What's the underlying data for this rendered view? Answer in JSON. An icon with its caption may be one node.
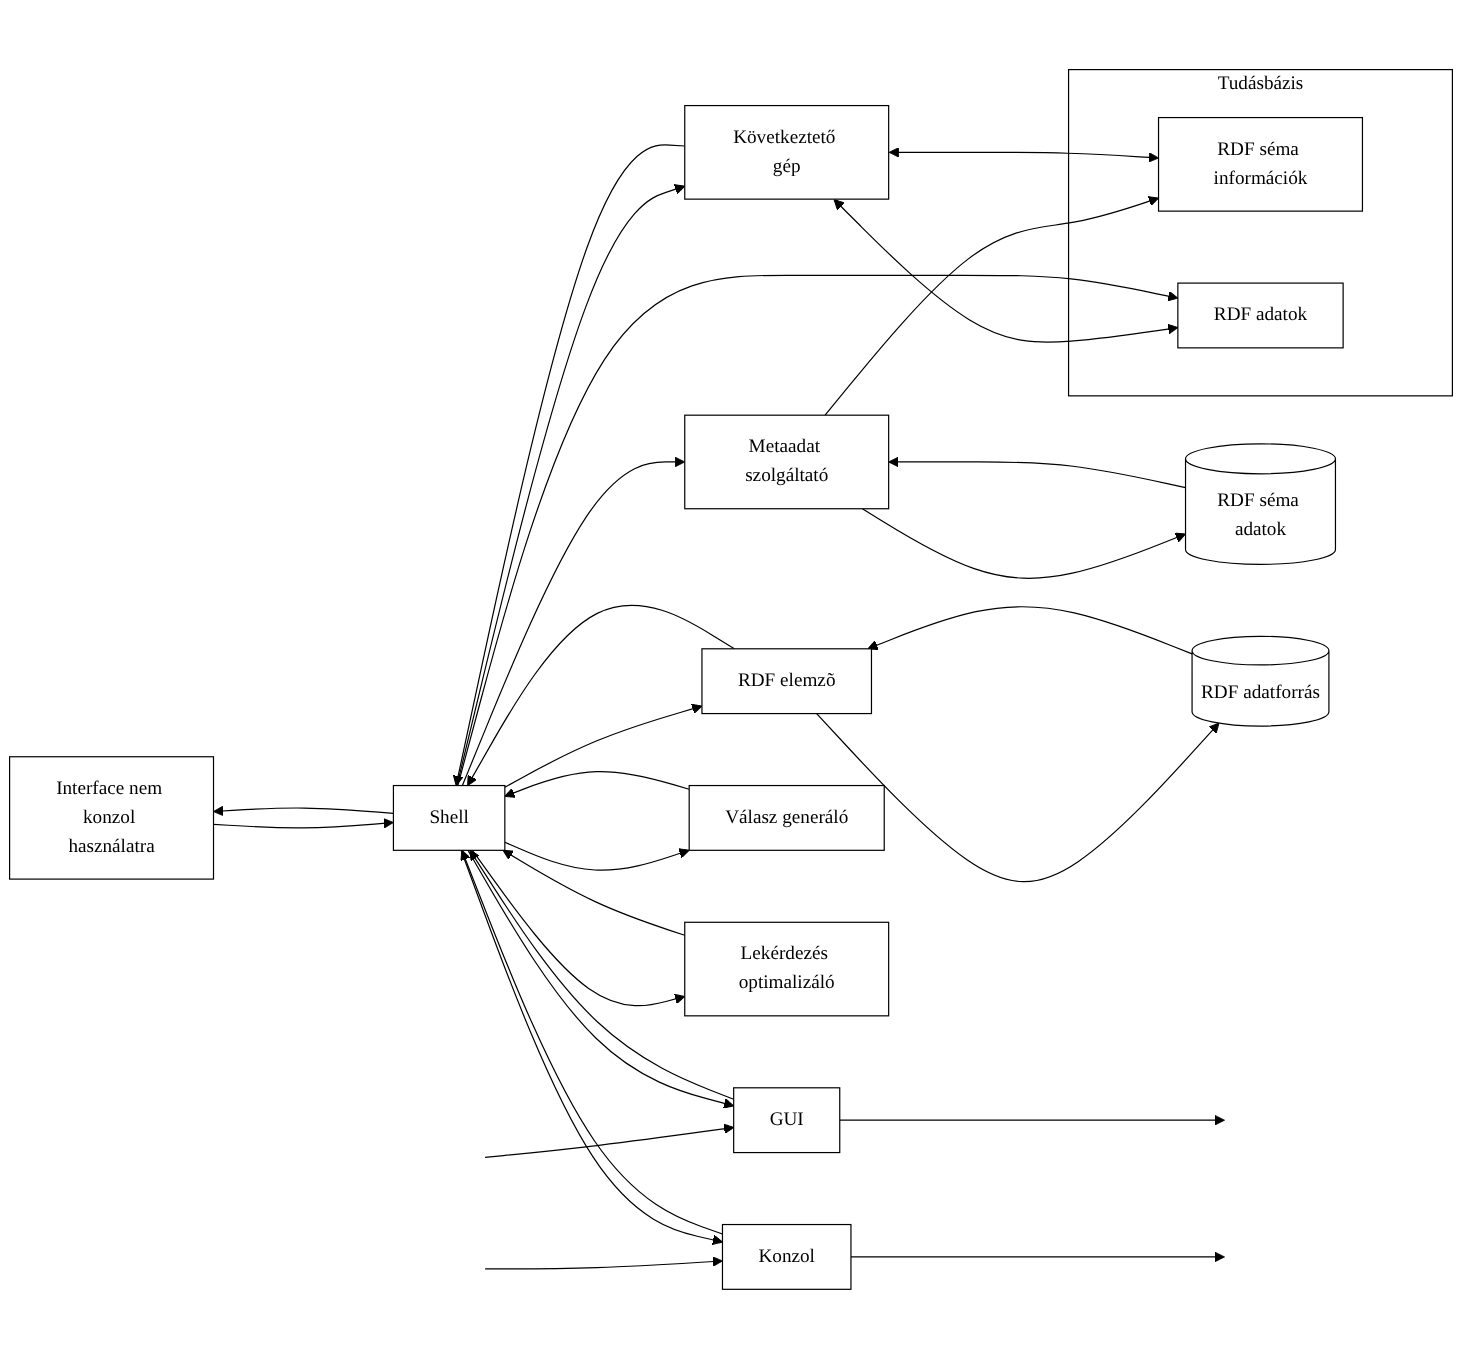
{
  "diagram": {
    "nodes": [
      {
        "text": [
          "RDF séma adatok"
        ]
      },
      {
        "text": [
          "Interface nem konzol használatra"
        ]
      },
      {
        "text": [
          "Metaadat szolgáltató"
        ]
      },
      {
        "text": [
          "Tudásbázis"
        ]
      },
      {
        "text": [
          "RDF séma információk"
        ],
        "in": 3
      },
      {
        "text": [
          "Shell"
        ]
      },
      {
        "text": [
          "Lekérdezés optimalizáló"
        ]
      },
      {
        "text": [
          "GUI"
        ]
      },
      {
        "text": [
          "Következtető gép"
        ]
      },
      {
        "text": [
          "Konzol"
        ]
      },
      {
        "text": [
          "Válasz generáló"
        ]
      },
      {
        "text": [
          "RDF adatok"
        ],
        "in": 3
      },
      {
        "text": [
          "RDF elemzõ"
        ]
      },
      {
        "text": [
          "RDF adatforrás"
        ]
      }
    ],
    "edges": [
      {
        "from": null,
        "to": 7,
        "arrow": "to"
      },
      {
        "from": 7,
        "to": null,
        "arrow": "to"
      },
      {
        "from": 7,
        "to": 5,
        "arrow": "to"
      },
      {
        "from": 5,
        "to": 7,
        "arrow": "to"
      },
      {
        "from": null,
        "to": 9,
        "arrow": "to"
      },
      {
        "from": 9,
        "to": null,
        "arrow": "to"
      },
      {
        "from": 9,
        "to": 5,
        "arrow": "to"
      },
      {
        "from": 5,
        "to": 9,
        "arrow": "to"
      },
      {
        "from": 1,
        "to": 5,
        "arrow": "to"
      },
      {
        "from": 5,
        "to": 1,
        "arrow": "to"
      },
      {
        "from": 5,
        "to": 2,
        "arrow": "to"
      },
      {
        "from": 2,
        "to": 0,
        "arrow": "to"
      },
      {
        "from": 0,
        "to": 2,
        "arrow": "to"
      },
      {
        "from": 2,
        "to": 4,
        "arrow": "to"
      },
      {
        "from": 5,
        "to": 6,
        "arrow": "to"
      },
      {
        "from": 6,
        "to": 5,
        "arrow": "to"
      },
      {
        "from": 5,
        "to": 8,
        "arrow": "to"
      },
      {
        "from": 8,
        "to": 5,
        "arrow": "to"
      },
      {
        "from": 8,
        "to": 4,
        "arrow": "both"
      },
      {
        "from": 8,
        "to": 11,
        "arrow": "both"
      },
      {
        "from": 5,
        "to": 10,
        "arrow": "to"
      },
      {
        "from": 10,
        "to": 5,
        "arrow": "to"
      },
      {
        "from": 5,
        "to": 11,
        "arrow": "to"
      },
      {
        "from": 5,
        "to": 12,
        "arrow": "to"
      },
      {
        "from": 12,
        "to": 5,
        "arrow": "to"
      },
      {
        "from": 12,
        "to": 13,
        "arrow": "to"
      },
      {
        "from": 13,
        "to": 12,
        "arrow": "to"
      }
    ]
  }
}
